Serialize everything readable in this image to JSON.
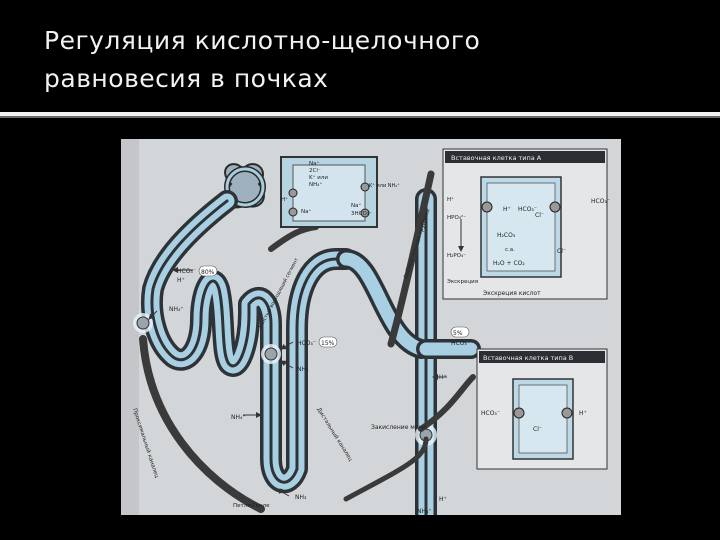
{
  "slide": {
    "title_line1": "Регуляция кислотно-щелочного",
    "title_line2": "равновесия в почках"
  },
  "figure": {
    "panel_a": {
      "title": "Вставочная клетка типа А",
      "hco3": "HCO₃⁻",
      "h": "H⁺",
      "cl": "Cl⁻",
      "cl2": "Cl⁻",
      "h2co3": "H₂CO₃",
      "ca": "c.a.",
      "water_co2": "H₂O + CO₂",
      "hpo4": "HPO₄²⁻",
      "h2po4": "H₂PO₄⁻",
      "h_in": "H⁺",
      "excretion": "Экскреция",
      "acid_excretion": "Экскреция кислот"
    },
    "panel_b": {
      "title": "Вставочная клетка типа B",
      "hco3": "HCO₃⁻",
      "cl": "Cl⁻",
      "h": "H⁺"
    },
    "cell_top": {
      "na": "Na⁺",
      "cl2": "2Cl⁻",
      "k_or": "K⁺ или",
      "nh4": "NH₄⁺",
      "k_or_nh4": "K⁺ или NH₄⁺",
      "h": "H⁺",
      "na2": "Na⁺",
      "na3": "Na⁺",
      "hco3": "3HCO₃⁻"
    },
    "nephron": {
      "hco3_prox": "HCO₃⁻",
      "pct_prox": "80%",
      "h_prox": "H⁺",
      "nh4_prox": "NH₄⁺",
      "hco3_loop": "HCO₃⁻",
      "pct_loop": "15%",
      "nh3_loop": "NH₃",
      "nh4_loop": "NH₄⁺",
      "nh3_bottom": "NH₃",
      "pct_cd": "5%",
      "hco3_cd": "HCO₃⁻",
      "h_cd": "H⁺",
      "h_cd2": "H⁺",
      "nh4_cd": "NH₄⁺",
      "urine_conc": "Закисление мочи",
      "prox_tubule": "Проксимальный каналец",
      "thick_limb": "Толстый восходящий сегмент",
      "collecting_duct": "Собирательная трубочка",
      "distal_tubule": "Дистальный каналец",
      "loop_label": "Петля Генле"
    }
  }
}
